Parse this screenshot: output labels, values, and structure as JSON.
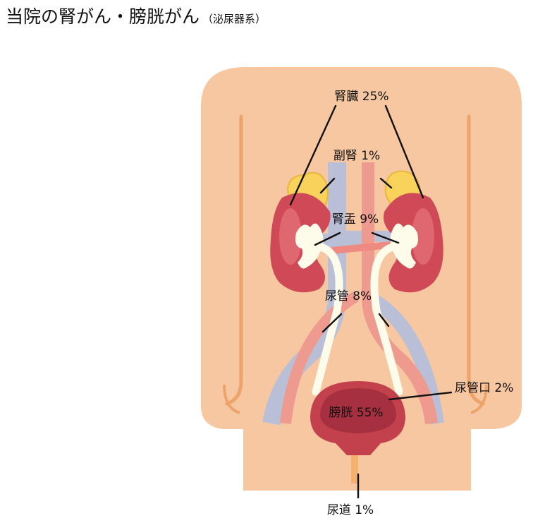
{
  "title": {
    "main": "当院の腎がん・膀胱がん",
    "sub": "（泌尿器系）"
  },
  "labels": {
    "kidney": "腎臓 25%",
    "adrenal": "副腎 1%",
    "renal_pelvis": "腎盂 9%",
    "ureter": "尿管 8%",
    "ureteral_orifice": "尿管口 2%",
    "bladder": "膀胱 55%",
    "urethra": "尿道 1%"
  },
  "colors": {
    "skin": "#f6c7a1",
    "skin_edge": "#f0b486",
    "skin_line": "#eea36a",
    "kidney": "#cf4a56",
    "kidney_inner": "#e6747c",
    "adrenal": "#f9d25c",
    "vein": "#b9bfd6",
    "artery": "#ef8a82",
    "ureter": "#fdfbe9",
    "bladder": "#c3404d",
    "bladder_inner": "#a6303f"
  }
}
